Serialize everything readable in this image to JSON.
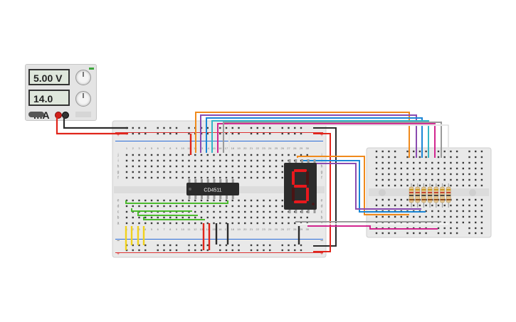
{
  "power_supply": {
    "voltage_display": "5.00 V",
    "current_display": "14.0 mA"
  },
  "chip": {
    "label": "CD4511"
  },
  "seven_segment": {
    "digit": "5",
    "segment_color": "#e8191d",
    "body_color": "#2c2c2c"
  },
  "breadboard_main": {
    "row_letters_top": [
      "j",
      "i",
      "h",
      "g",
      "f"
    ],
    "row_letters_bottom": [
      "e",
      "d",
      "c",
      "b",
      "a"
    ],
    "column_numbers": [
      "1",
      "2",
      "3",
      "4",
      "5",
      "6",
      "7",
      "8",
      "9",
      "10",
      "11",
      "12",
      "13",
      "14",
      "15",
      "16",
      "17",
      "18",
      "19",
      "20",
      "21",
      "22",
      "23",
      "24",
      "25",
      "26",
      "27",
      "28",
      "29",
      "30"
    ],
    "rail_plus": "+",
    "rail_minus": "−"
  },
  "resistors": {
    "count": 7
  },
  "wire_colors": {
    "red": "#e0251b",
    "black": "#2b2b2b",
    "orange": "#f08a1c",
    "blue": "#1a86d6",
    "cyan": "#33b5c8",
    "magenta": "#d2268f",
    "purple": "#8a4bb0",
    "gray": "#9a9a9a",
    "white": "#ffffff",
    "green": "#4cbb2e",
    "yellow": "#f1d21c"
  }
}
